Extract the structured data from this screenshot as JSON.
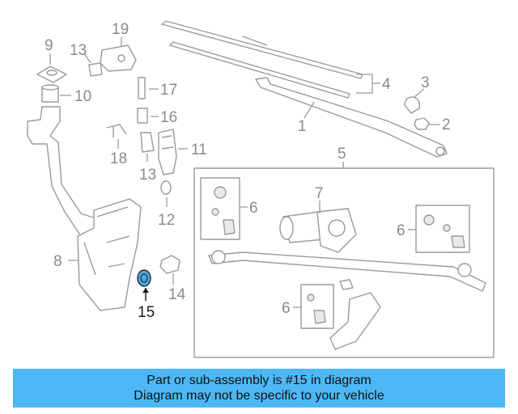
{
  "callouts": {
    "c1": "1",
    "c2": "2",
    "c3": "3",
    "c4": "4",
    "c5": "5",
    "c6a": "6",
    "c6b": "6",
    "c6c": "6",
    "c7": "7",
    "c8": "8",
    "c9": "9",
    "c10": "10",
    "c11": "11",
    "c12": "12",
    "c13a": "13",
    "c13b": "13",
    "c14": "14",
    "c15": "15",
    "c16": "16",
    "c17": "17",
    "c18": "18",
    "c19": "19"
  },
  "highlight": {
    "part_number": "15",
    "color": "#4aa7e8"
  },
  "banner": {
    "line1": "Part or sub-assembly is #15 in diagram",
    "line2": "Diagram may not be specific to your vehicle",
    "color": "#4db8f5"
  }
}
